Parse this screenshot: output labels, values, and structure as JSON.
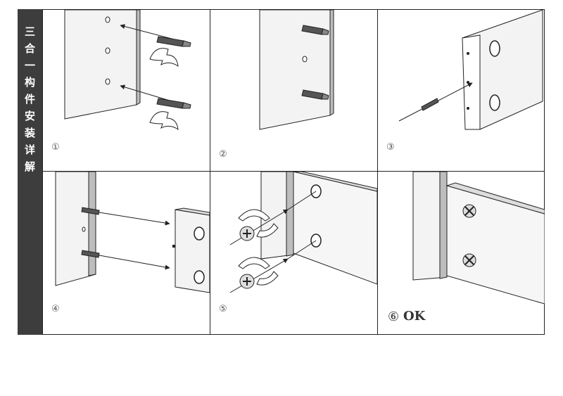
{
  "sidebar": {
    "title_chars": [
      "三",
      "合",
      "一",
      "构",
      "件",
      "安",
      "装",
      "详",
      "解"
    ]
  },
  "steps": [
    {
      "number": "①",
      "caption": ""
    },
    {
      "number": "②",
      "caption": ""
    },
    {
      "number": "③",
      "caption": ""
    },
    {
      "number": "④",
      "caption": ""
    },
    {
      "number": "⑤",
      "caption": ""
    },
    {
      "number": "⑥",
      "caption": "OK"
    }
  ],
  "colors": {
    "sidebar_bg": "#3d3d3d",
    "board_light": "#f4f4f4",
    "board_edge": "#d9d9d9",
    "board_dark": "#bdbdbd",
    "line": "#222222"
  },
  "icons": [
    "bolt-icon",
    "arrow-icon",
    "curved-arrow-icon",
    "cam-lock-icon",
    "screw-head-icon"
  ]
}
